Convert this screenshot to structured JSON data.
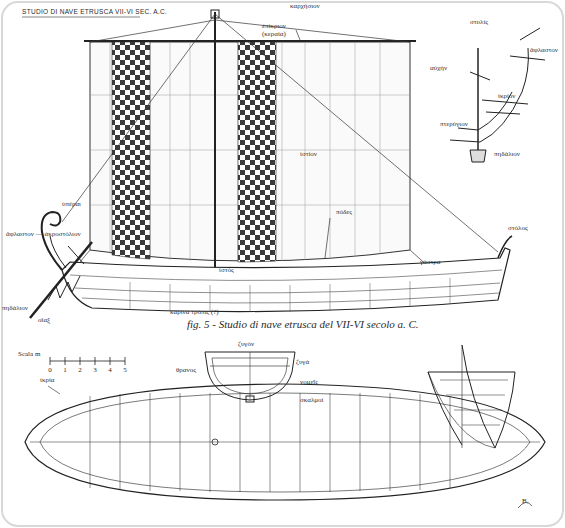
{
  "diagram": {
    "title": "STUDIO DI NAVE ETRUSCA VII-VI SEC. A.C.",
    "caption": "fig. 5 - Studio di nave etrusca del VII-VI secolo a. C.",
    "labels": [
      "καρχήσιον",
      "ἐπίκριον (κεραία)",
      "ὑπέραι",
      "πόδες",
      "ἱστίον",
      "ἄφλαστον — ἀκροστόλιον",
      "οἴαξ",
      "πηδάλιον",
      "ἱστός",
      "γάστρα",
      "καρινα τρόπις (?)",
      "στόλος",
      "στυλίς",
      "ἰκρίον",
      "ἄφλαστον",
      "πηδάλιον",
      "πτερύγιον",
      "αὐχήν",
      "Scala m",
      "0",
      "1",
      "2",
      "3",
      "4",
      "5",
      "ζυγόν",
      "ζυγά",
      "νομεῖς",
      "θρανος",
      "ἰκρία",
      "σκαλμοί",
      "B."
    ]
  }
}
